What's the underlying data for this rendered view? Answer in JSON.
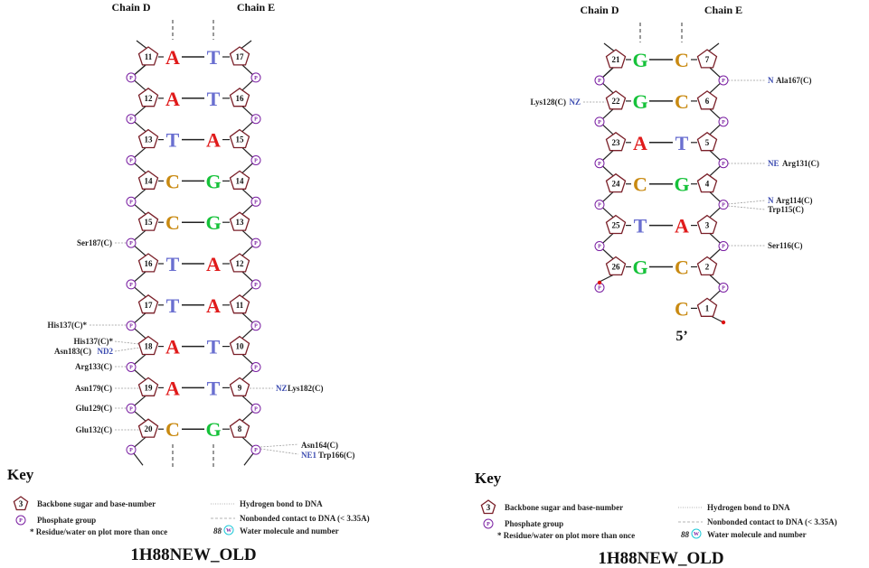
{
  "colors": {
    "A": "#e01b1b",
    "T": "#6a6fd0",
    "G": "#16c23a",
    "C": "#c98a12",
    "backbone": "#7a1f28",
    "phosphate": "#7a1fa2",
    "strand": "#222222",
    "contact": "#9a9a9a",
    "atom": "#3b4bb0",
    "water": "#1ec8d8"
  },
  "panels": [
    {
      "chain_left": "Chain D",
      "chain_right": "Chain E",
      "base_pairs": [
        {
          "left_num": "11",
          "left_base": "A",
          "right_base": "T",
          "right_num": "17"
        },
        {
          "left_num": "12",
          "left_base": "A",
          "right_base": "T",
          "right_num": "16"
        },
        {
          "left_num": "13",
          "left_base": "T",
          "right_base": "A",
          "right_num": "15"
        },
        {
          "left_num": "14",
          "left_base": "C",
          "right_base": "G",
          "right_num": "14"
        },
        {
          "left_num": "15",
          "left_base": "C",
          "right_base": "G",
          "right_num": "13"
        },
        {
          "left_num": "16",
          "left_base": "T",
          "right_base": "A",
          "right_num": "12"
        },
        {
          "left_num": "17",
          "left_base": "T",
          "right_base": "A",
          "right_num": "11"
        },
        {
          "left_num": "18",
          "left_base": "A",
          "right_base": "T",
          "right_num": "10"
        },
        {
          "left_num": "19",
          "left_base": "A",
          "right_base": "T",
          "right_num": "9"
        },
        {
          "left_num": "20",
          "left_base": "C",
          "right_base": "G",
          "right_num": "8"
        }
      ],
      "contacts": [
        {
          "residue": "Ser187(C)",
          "atom": ""
        },
        {
          "residue": "His137(C)*",
          "atom": ""
        },
        {
          "residue": "His137(C)*",
          "atom": ""
        },
        {
          "residue": "Asn183(C)",
          "atom": "ND2"
        },
        {
          "residue": "Arg133(C)",
          "atom": ""
        },
        {
          "residue": "Asn179(C)",
          "atom": ""
        },
        {
          "residue": "Glu129(C)",
          "atom": ""
        },
        {
          "residue": "Glu132(C)",
          "atom": ""
        },
        {
          "residue": "Lys182(C)",
          "atom": "NZ"
        },
        {
          "residue": "Asn164(C)",
          "atom": ""
        },
        {
          "residue": "Trp166(C)",
          "atom": "NE1"
        }
      ]
    },
    {
      "chain_left": "Chain D",
      "chain_right": "Chain E",
      "base_pairs": [
        {
          "left_num": "21",
          "left_base": "G",
          "right_base": "C",
          "right_num": "7"
        },
        {
          "left_num": "22",
          "left_base": "G",
          "right_base": "C",
          "right_num": "6"
        },
        {
          "left_num": "23",
          "left_base": "A",
          "right_base": "T",
          "right_num": "5"
        },
        {
          "left_num": "24",
          "left_base": "C",
          "right_base": "G",
          "right_num": "4"
        },
        {
          "left_num": "25",
          "left_base": "T",
          "right_base": "A",
          "right_num": "3"
        },
        {
          "left_num": "26",
          "left_base": "G",
          "right_base": "C",
          "right_num": "2"
        },
        {
          "left_num": "",
          "left_base": "",
          "right_base": "C",
          "right_num": "1"
        }
      ],
      "five_prime": "5’",
      "contacts": [
        {
          "residue": "Ala167(C)",
          "atom": "N"
        },
        {
          "residue": "Lys128(C)",
          "atom": "NZ"
        },
        {
          "residue": "Arg131(C)",
          "atom": "NE"
        },
        {
          "residue": "Arg114(C)",
          "atom": "N"
        },
        {
          "residue": "Trp115(C)",
          "atom": ""
        },
        {
          "residue": "Ser116(C)",
          "atom": ""
        }
      ]
    }
  ],
  "key": {
    "title": "Key",
    "sugar_num": "3",
    "sugar_label": "Backbone sugar and base-number",
    "phosphate_symbol": "P",
    "phosphate_label": "Phosphate group",
    "footnote": "* Residue/water on plot more than once",
    "hbond_label": "Hydrogen bond to DNA",
    "nonbonded_label": "Nonbonded contact to DNA (< 3.35A)",
    "water_num": "88",
    "water_symbol": "W",
    "water_label": "Water molecule and number"
  },
  "footer_title": "1H88NEW_OLD"
}
